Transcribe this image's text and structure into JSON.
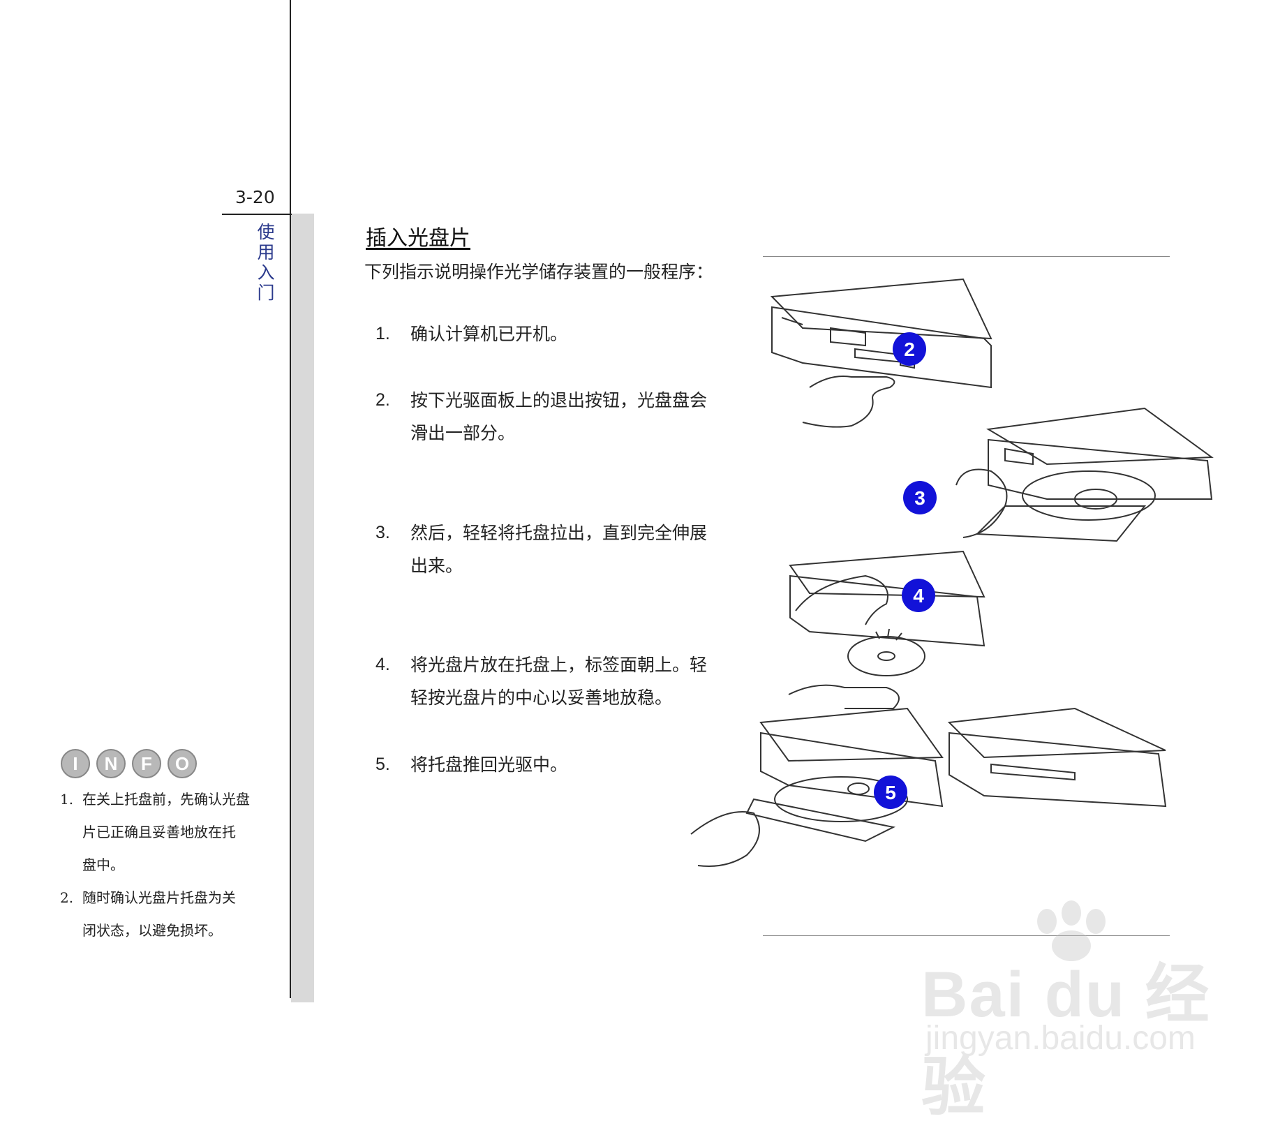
{
  "page": {
    "number": "3-20"
  },
  "sidebar": {
    "chapter_chars": [
      "使",
      "用",
      "入",
      "门"
    ]
  },
  "section": {
    "title": "插入光盘片",
    "intro": "下列指示说明操作光学储存装置的一般程序："
  },
  "steps": [
    {
      "num": "1.",
      "lines": [
        "确认计算机已开机。"
      ]
    },
    {
      "num": "2.",
      "lines": [
        "按下光驱面板上的退出按钮，光盘盘会",
        "滑出一部分。"
      ]
    },
    {
      "num": "3.",
      "lines": [
        "然后，轻轻将托盘拉出，直到完全伸展",
        "出来。"
      ]
    },
    {
      "num": "4.",
      "lines": [
        "将光盘片放在托盘上，标签面朝上。轻",
        "轻按光盘片的中心以妥善地放稳。"
      ]
    },
    {
      "num": "5.",
      "lines": [
        "将托盘推回光驱中。"
      ]
    }
  ],
  "info": {
    "logo_letters": [
      "I",
      "N",
      "F",
      "O"
    ],
    "notes": [
      {
        "num": "1.",
        "lines": [
          "在关上托盘前，先确认光盘",
          "片已正确且妥善地放在托",
          "盘中。"
        ]
      },
      {
        "num": "2.",
        "lines": [
          "随时确认光盘片托盘为关",
          "闭状态，以避免损坏。"
        ]
      }
    ]
  },
  "illustration": {
    "badges": [
      "2",
      "3",
      "4",
      "5"
    ],
    "badge_color": "#1212d8"
  },
  "watermark": {
    "text1": "Bai du 经验",
    "text2": "jingyan.baidu.com"
  }
}
